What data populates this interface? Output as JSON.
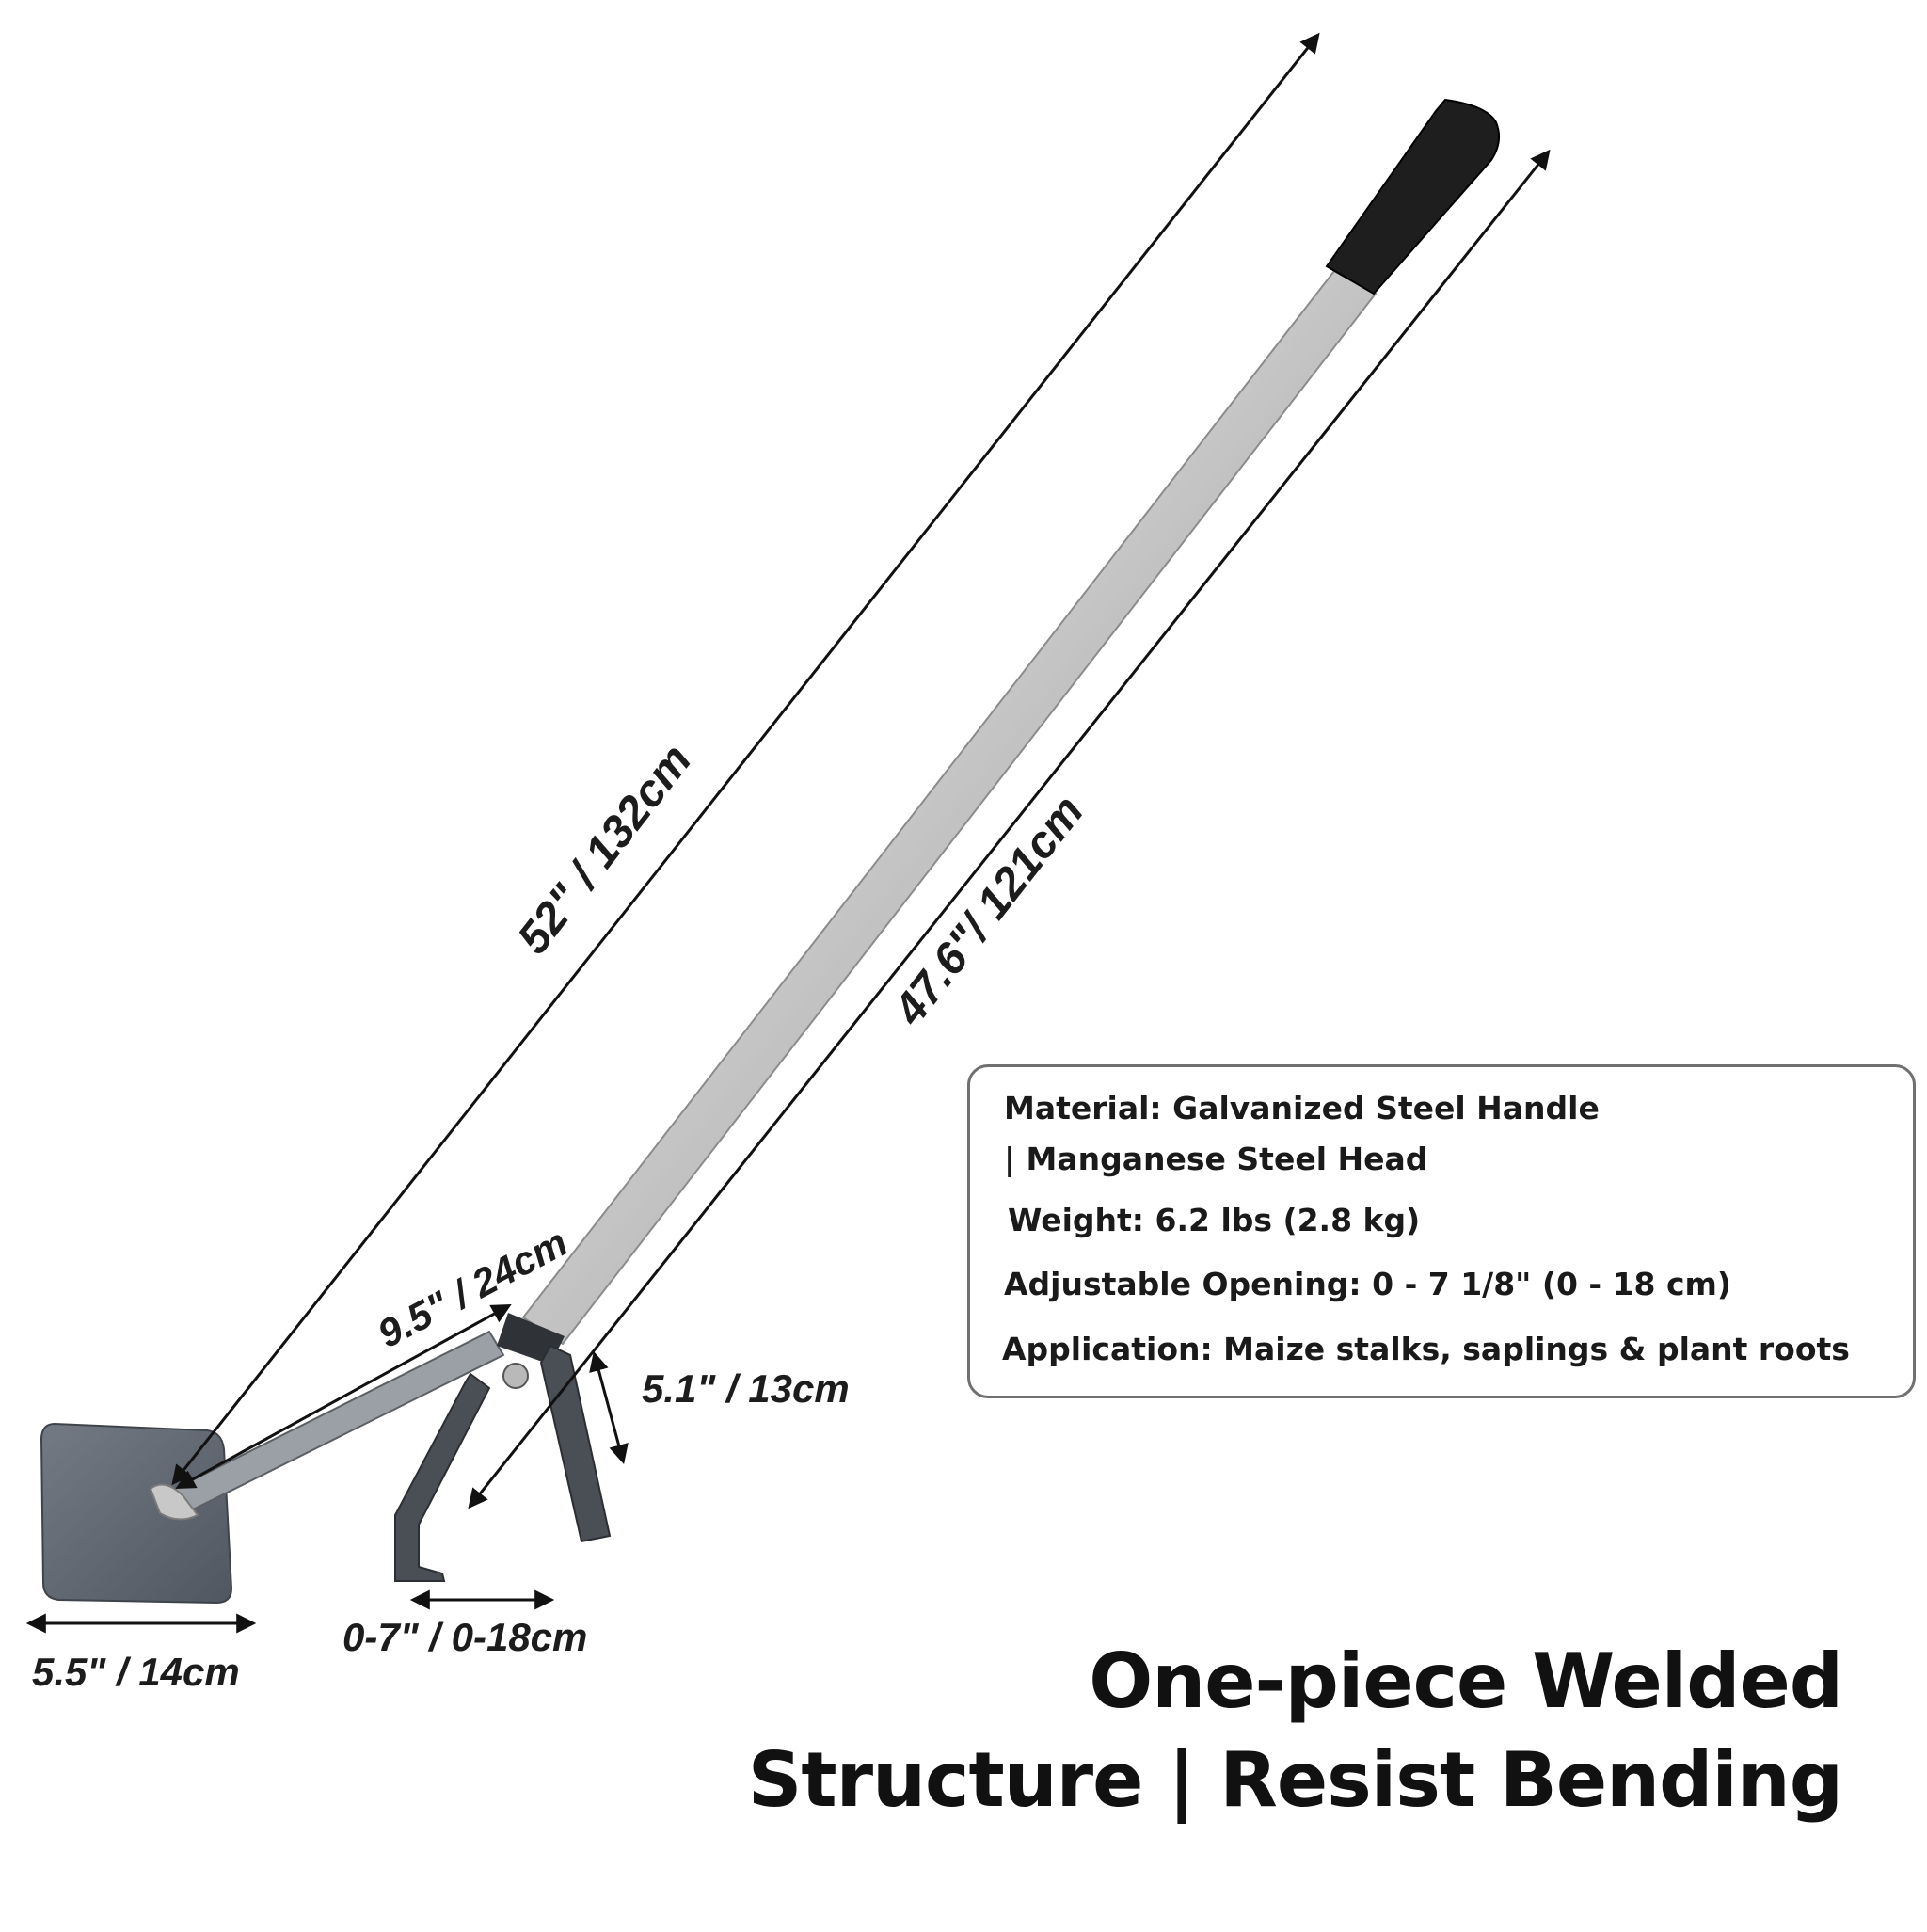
{
  "dimensions": {
    "total_length": "52\" / 132cm",
    "handle_length": "47.6\"/ 121cm",
    "arm_length": "9.5\" / 24cm",
    "jaw_depth": "5.1\" / 13cm",
    "opening": "0-7\" / 0-18cm",
    "foot_plate_width": "5.5\" / 14cm"
  },
  "specs": {
    "material_line1": "Material: Galvanized Steel Handle",
    "material_line2": "| Manganese Steel Head",
    "weight": "Weight: 6.2 lbs (2.8 kg)",
    "opening": "Adjustable Opening: 0 - 7 1/8\" (0 - 18 cm)",
    "application": "Application: Maize stalks, saplings & plant roots"
  },
  "headline": {
    "line1": "One-piece Welded",
    "line2": "Structure | Resist Bending"
  },
  "colors": {
    "grip": "#1e1e1e",
    "shaft": "#c4c4c4",
    "plate": "#5f6670",
    "jaw": "#4a4e55",
    "box_border": "#707070"
  }
}
